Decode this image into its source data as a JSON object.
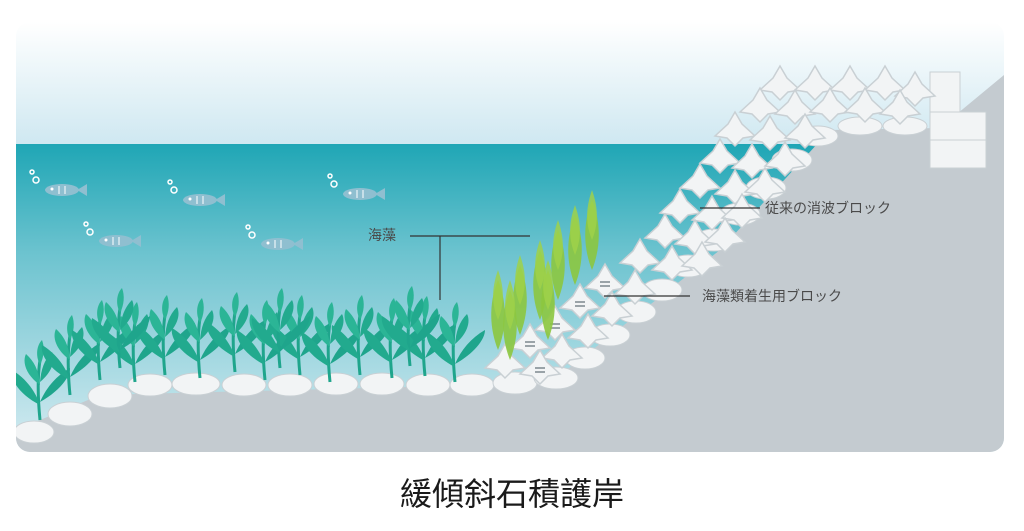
{
  "diagram": {
    "title": "緩傾斜石積護岸",
    "labels": {
      "seaweed": "海藻",
      "conventional_block": "従来の消波ブロック",
      "seaweed_block": "海藻類着生用ブロック"
    }
  },
  "colors": {
    "sky_top": "#ffffff",
    "sky_bottom": "#cfe8f1",
    "water_surface": "#1fa6b5",
    "water_deep": "#cfe6ee",
    "ground": "#c4cbd0",
    "stone": "#f2f4f5",
    "stone_edge": "#c9d0d4",
    "seaweed_dark": "#1fa58c",
    "seaweed_light": "#8cc63f",
    "fish": "#7fb3c6",
    "leader_line": "#333333"
  }
}
